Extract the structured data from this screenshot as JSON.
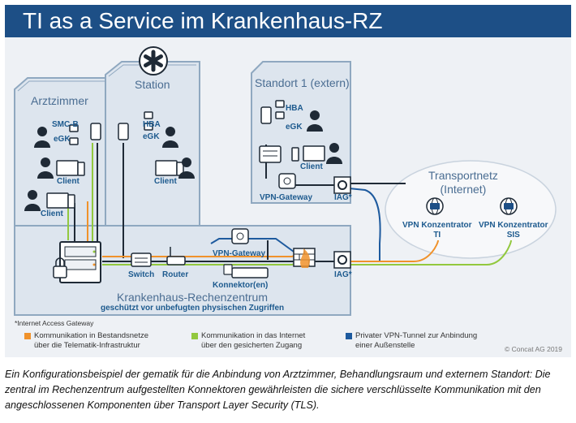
{
  "title": "TI as a Service im Krankenhaus-RZ",
  "rooms": {
    "arztzimmer": "Arztzimmer",
    "station": "Station",
    "standort": "Standort 1 (extern)",
    "transportnetz": "Transportnetz\n(Internet)",
    "rechenzentrum": "Krankenhaus-Rechenzentrum",
    "rechenzentrum_sub": "geschützt vor unbefugten physischen Zugriffen"
  },
  "labels": {
    "smcb": "SMC-B",
    "egk1": "eGK",
    "client1": "Client",
    "client2": "Client",
    "hba1": "HBA",
    "egk2": "eGK",
    "client3": "Client",
    "hba2": "HBA",
    "egk3": "eGK",
    "client4": "Client",
    "vpn_gateway_ext": "VPN-Gateway",
    "iag_ext": "IAG*",
    "vpn_konz_ti": "VPN Konzentrator\nTI",
    "vpn_konz_sis": "VPN Konzentrator\nSIS",
    "switch": "Switch",
    "router": "Router",
    "vpn_gateway_rz": "VPN-Gateway",
    "konnektoren": "Konnektor(en)",
    "iag_rz": "IAG*"
  },
  "footnote": "*Internet Access Gateway",
  "legend": [
    {
      "color": "#f0922b",
      "text": "Kommunikation in Bestandsnetze\nüber die Telematik-Infrastruktur"
    },
    {
      "color": "#92c83e",
      "text": "Kommunikation in das Internet\nüber den gesicherten Zugang"
    },
    {
      "color": "#1d5a9e",
      "text": "Privater VPN-Tunnel zur Anbindung\neiner Außenstelle"
    }
  ],
  "copyright": "© Concat AG 2019",
  "caption": "Ein Konfigurationsbeispiel der gematik für die Anbindung von Arztzimmer, Behandlungsraum und externem Standort: Die zentral im Rechenzentrum aufgestellten Konnektoren gewährleisten die sichere verschlüsselte Kommunikation mit den angeschlossenen Komponenten über Transport Layer Security (TLS).",
  "colors": {
    "header": "#1d4f86",
    "panel": "#eef1f5",
    "room": "#dde5ee",
    "room_border": "#8fa8c0",
    "orange": "#f0922b",
    "green": "#92c83e",
    "blue": "#1d5a9e",
    "dark": "#1f2a36"
  },
  "icons": [
    "star-of-life-icon",
    "doctor-icon",
    "card-reader-icon",
    "computer-icon",
    "nurse-icon",
    "server-rack-icon",
    "lock-icon",
    "switch-icon",
    "router-icon",
    "gateway-icon",
    "firewall-icon",
    "gear-box-icon",
    "vpn-globe-icon"
  ]
}
